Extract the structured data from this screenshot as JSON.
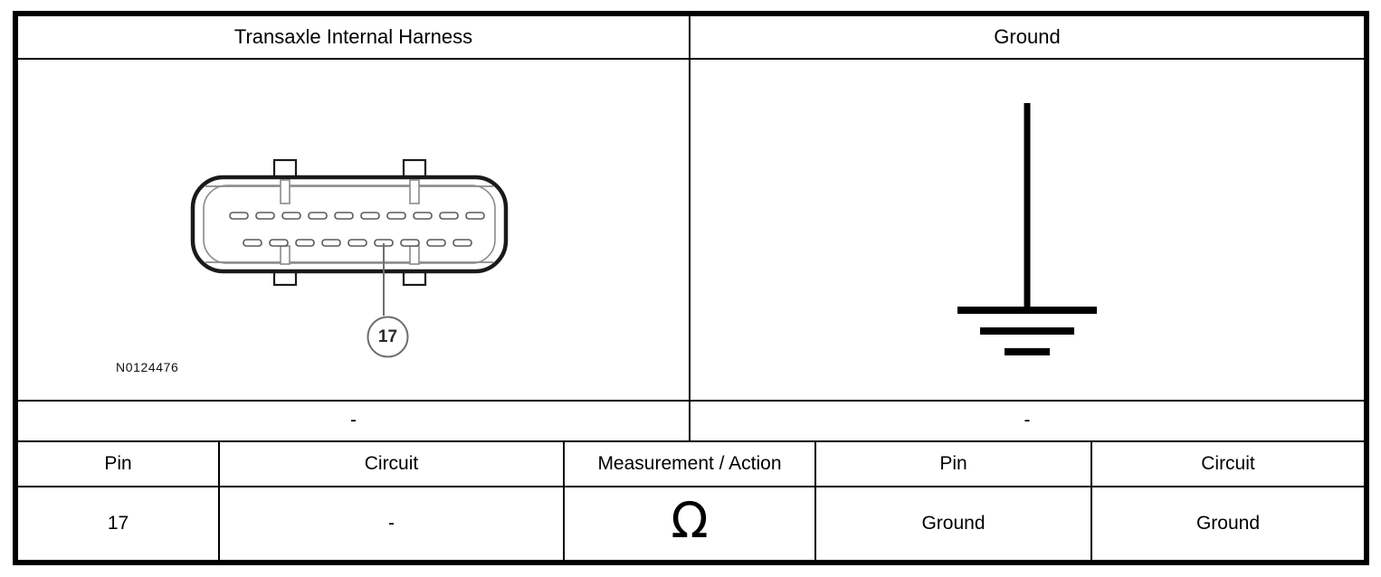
{
  "document": {
    "type": "wiring-continuity-test-table"
  },
  "panels": {
    "left": {
      "title": "Transaxle Internal Harness",
      "part_number": "N0124476",
      "connector": {
        "callout_pin": "17",
        "top_row_pin_count": 10,
        "bottom_row_pin_count": 9,
        "callout_source_pin_index": 6
      }
    },
    "right": {
      "title": "Ground",
      "symbol": "ground-symbol"
    }
  },
  "notes_row": {
    "left_value": "-",
    "right_value": "-"
  },
  "table": {
    "headers": [
      "Pin",
      "Circuit",
      "Measurement / Action",
      "Pin",
      "Circuit"
    ],
    "rows": [
      {
        "pin_left": "17",
        "circuit_left": "-",
        "measurement": "Ω",
        "pin_right": "Ground",
        "circuit_right": "Ground"
      }
    ]
  },
  "colors": {
    "frame": "#000000",
    "rule": "#000000",
    "text": "#000000",
    "connector_shell": "#1a1a1a",
    "connector_inner": "#8a8a8a",
    "callout_circle": "#6e6e6e"
  }
}
